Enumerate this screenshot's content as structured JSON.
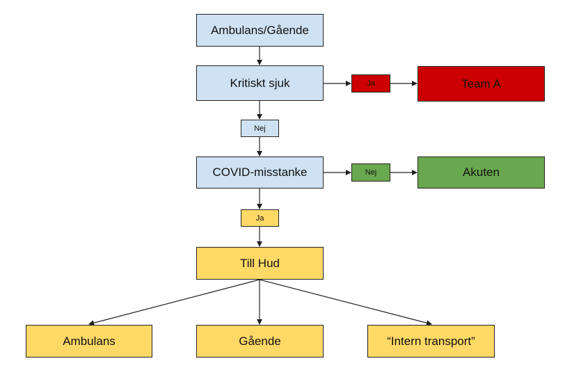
{
  "nodes": {
    "ambulans_gaende": "Ambulans/Gående",
    "kritiskt_sjuk": "Kritiskt sjuk",
    "ja_red": "Ja",
    "team_a": "Team A",
    "nej_blue": "Nej",
    "covid": "COVID-misstanke",
    "nej_green": "Nej",
    "akuten": "Akuten",
    "ja_yellow": "Ja",
    "till_hud": "Till Hud",
    "ambulans": "Ambulans",
    "gaende": "Gående",
    "intern_transport": "“Intern transport”"
  },
  "colors": {
    "blue": "#cfe2f3",
    "yellow": "#ffd966",
    "red": "#cc0000",
    "green": "#6aa84f"
  }
}
